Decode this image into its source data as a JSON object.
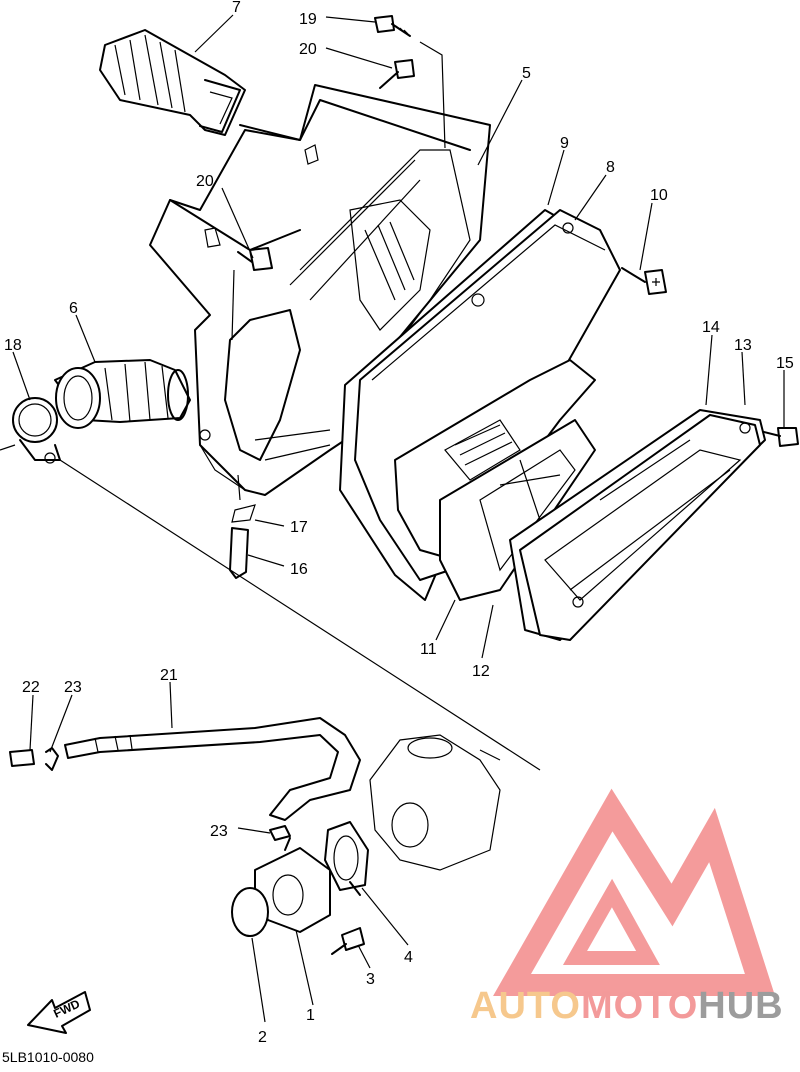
{
  "diagram": {
    "code": "5LB1010-0080",
    "fwd_label": "FWD",
    "callouts": [
      {
        "id": "1",
        "label": "1"
      },
      {
        "id": "2",
        "label": "2"
      },
      {
        "id": "3",
        "label": "3"
      },
      {
        "id": "4",
        "label": "4"
      },
      {
        "id": "5",
        "label": "5"
      },
      {
        "id": "6",
        "label": "6"
      },
      {
        "id": "7",
        "label": "7"
      },
      {
        "id": "8",
        "label": "8"
      },
      {
        "id": "9",
        "label": "9"
      },
      {
        "id": "10",
        "label": "10"
      },
      {
        "id": "11",
        "label": "11"
      },
      {
        "id": "12",
        "label": "12"
      },
      {
        "id": "13",
        "label": "13"
      },
      {
        "id": "14",
        "label": "14"
      },
      {
        "id": "15",
        "label": "15"
      },
      {
        "id": "16",
        "label": "16"
      },
      {
        "id": "17",
        "label": "17"
      },
      {
        "id": "18",
        "label": "18"
      },
      {
        "id": "19",
        "label": "19"
      },
      {
        "id": "20a",
        "label": "20"
      },
      {
        "id": "20b",
        "label": "20"
      },
      {
        "id": "21",
        "label": "21"
      },
      {
        "id": "22",
        "label": "22"
      },
      {
        "id": "23a",
        "label": "23"
      },
      {
        "id": "23b",
        "label": "23"
      }
    ]
  },
  "watermark": {
    "word_part1": "AUTO",
    "word_part2": "MOTO",
    "word_part3": "HUB",
    "colors": {
      "auto": "#f6c88d",
      "moto": "#f39a9a",
      "hub": "#9c9c9c",
      "logo": "#f49b9b"
    }
  }
}
